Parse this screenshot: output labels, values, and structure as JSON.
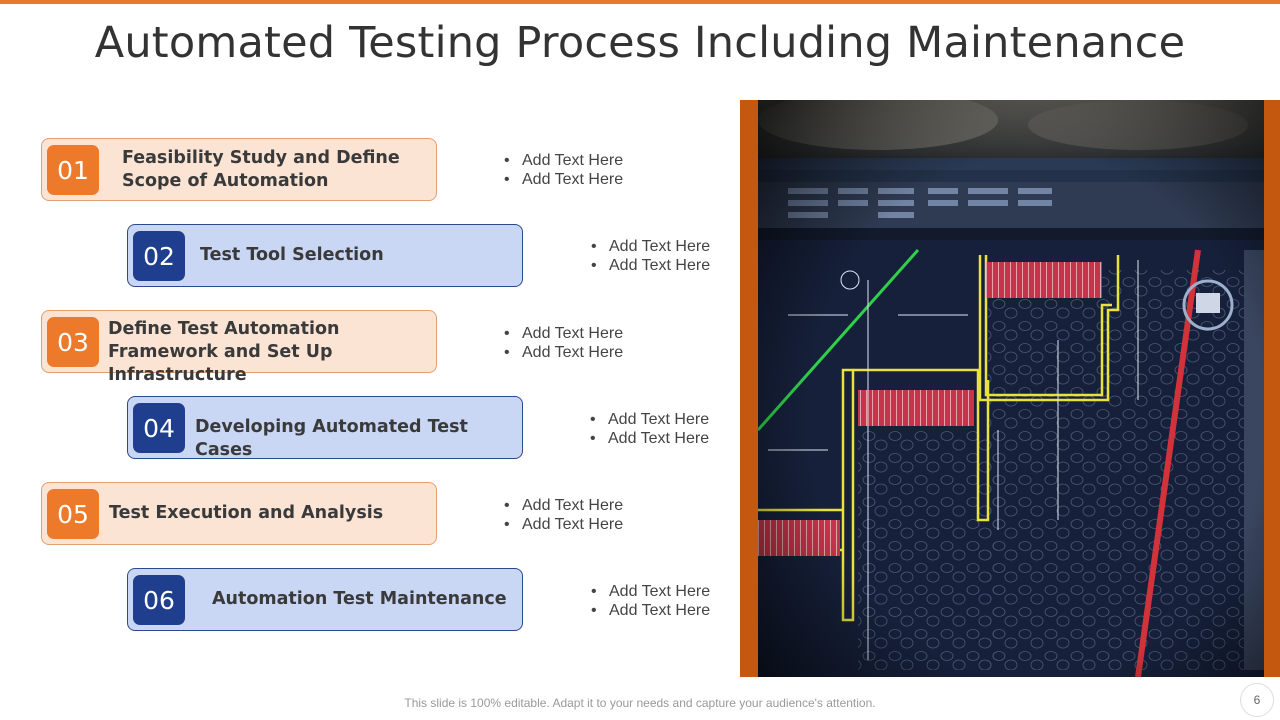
{
  "title": "Automated Testing Process Including Maintenance",
  "steps": [
    {
      "number": "01",
      "label": "Feasibility Study and Define Scope of Automation",
      "bullets": [
        "Add Text Here",
        "Add Text Here"
      ]
    },
    {
      "number": "02",
      "label": "Test Tool Selection",
      "bullets": [
        "Add Text Here",
        "Add Text Here"
      ]
    },
    {
      "number": "03",
      "label": "Define Test Automation Framework and Set Up Infrastructure",
      "bullets": [
        "Add Text Here",
        "Add Text Here"
      ]
    },
    {
      "number": "04",
      "label": "Developing Automated Test Cases",
      "bullets": [
        "Add Text Here",
        "Add Text Here"
      ]
    },
    {
      "number": "05",
      "label": "Test Execution and Analysis",
      "bullets": [
        "Add Text Here",
        "Add Text Here"
      ]
    },
    {
      "number": "06",
      "label": "Automation Test Maintenance",
      "bullets": [
        "Add Text Here",
        "Add Text Here"
      ]
    }
  ],
  "footer": "This slide is 100% editable. Adapt it to your needs and capture your audience's attention.",
  "page_number": "6",
  "colors": {
    "accent_orange": "#ec7a2a",
    "accent_blue": "#1f3f8e",
    "light_orange": "#fce4d4",
    "light_blue": "#c9d6f4",
    "frame": "#c5580f"
  }
}
